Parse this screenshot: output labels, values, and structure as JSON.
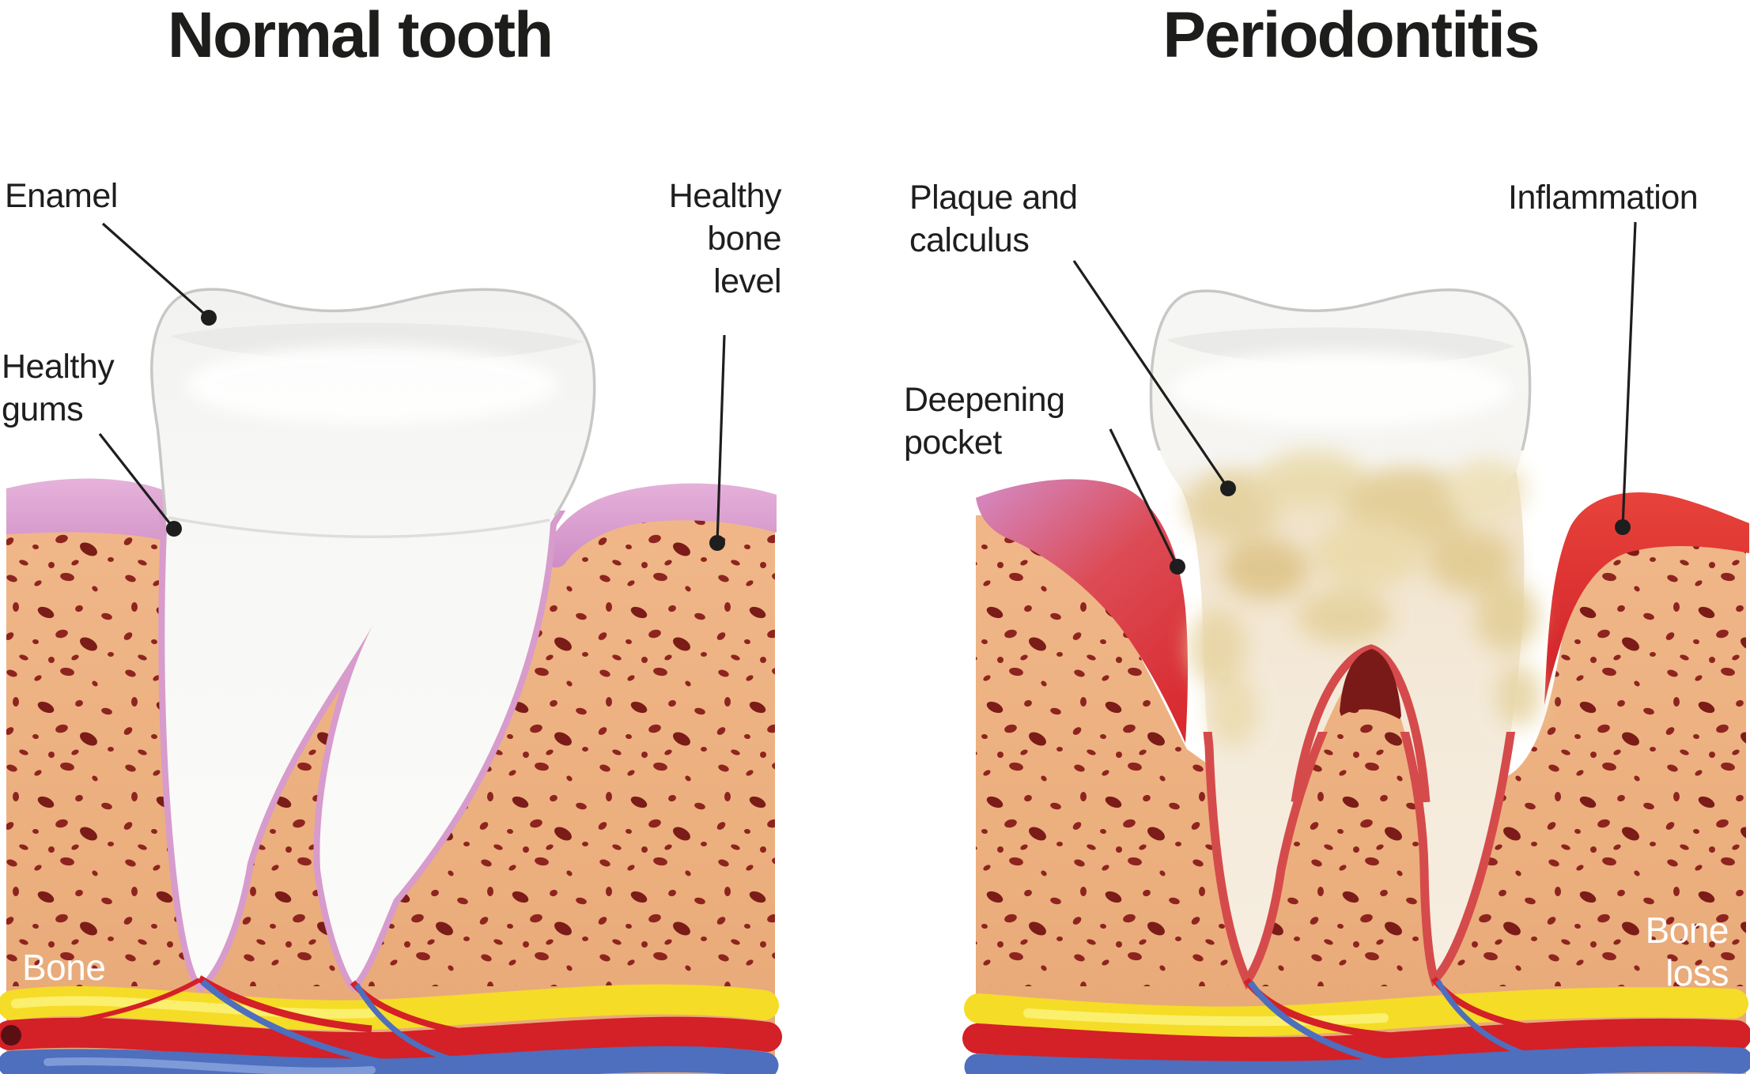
{
  "diagram": {
    "panels": {
      "normal": {
        "title": "Normal tooth",
        "labels": {
          "enamel": "Enamel",
          "healthy_gums_line1": "Healthy",
          "healthy_gums_line2": "gums",
          "bone_level_line1": "Healthy",
          "bone_level_line2": "bone",
          "bone_level_line3": "level",
          "bone": "Bone"
        }
      },
      "periodontitis": {
        "title": "Periodontitis",
        "labels": {
          "plaque_line1": "Plaque and",
          "plaque_line2": "calculus",
          "pocket_line1": "Deepening",
          "pocket_line2": "pocket",
          "inflammation": "Inflammation",
          "bone_loss_line1": "Bone",
          "bone_loss_line2": "loss"
        }
      }
    },
    "colors": {
      "ink": "#1e1e1e",
      "bone": "#ECAF7E",
      "bone_marrow": "#8E2420",
      "gum_pink": "#D99FD0",
      "gum_inflamed": "#DC2F33",
      "tooth_white": "#F5F5F3",
      "dentin": "#F3E8D7",
      "plaque": "#E7D5A4",
      "pocket_dark": "#791A19",
      "vessel_yellow": "#F5DC27",
      "vessel_red": "#D42027",
      "vessel_blue": "#4E6EBE",
      "label_light": "#FFFFFF"
    }
  }
}
